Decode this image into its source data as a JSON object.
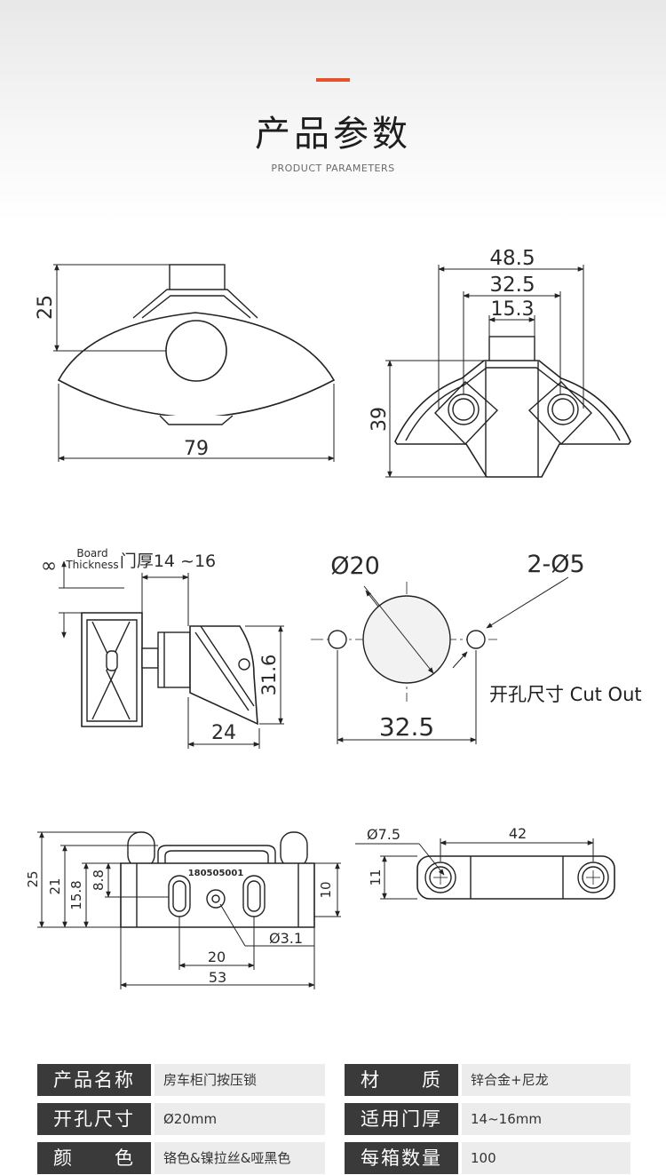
{
  "header": {
    "title": "产品参数",
    "subtitle": "PRODUCT PARAMETERS",
    "accent_color": "#e5532c"
  },
  "drawings": {
    "view1": {
      "height": "25",
      "width": "79"
    },
    "view2": {
      "w1": "48.5",
      "w2": "32.5",
      "w3": "15.3",
      "h": "39"
    },
    "view3": {
      "board_line1": "Board",
      "board_line2": "Thickness",
      "board_cn": "门厚14 ~16",
      "dia": "∞",
      "height": "31.6",
      "depth": "24"
    },
    "view4": {
      "hole_main": "Ø20",
      "hole_small": "2-Ø5",
      "spacing": "32.5",
      "cutout": "开孔尺寸 Cut Out"
    },
    "view5": {
      "h25": "25",
      "h21": "21",
      "h158": "15.8",
      "h88": "8.8",
      "h10": "10",
      "code": "180505001",
      "d31": "Ø3.1",
      "w20": "20",
      "w53": "53"
    },
    "view6": {
      "d75": "Ø7.5",
      "w42": "42",
      "h11": "11"
    }
  },
  "specs": {
    "label_color": "#3a3a3a",
    "rows": [
      {
        "label1": "产品名称",
        "value1": "房车柜门按压锁",
        "label2": "材　　质",
        "value2": "锌合金+尼龙"
      },
      {
        "label1": "开孔尺寸",
        "value1": "Ø20mm",
        "label2": "适用门厚",
        "value2": "14~16mm"
      },
      {
        "label1": "颜　　色",
        "value1": "铬色&镍拉丝&哑黑色",
        "label2": "每箱数量",
        "value2": "100"
      }
    ]
  }
}
